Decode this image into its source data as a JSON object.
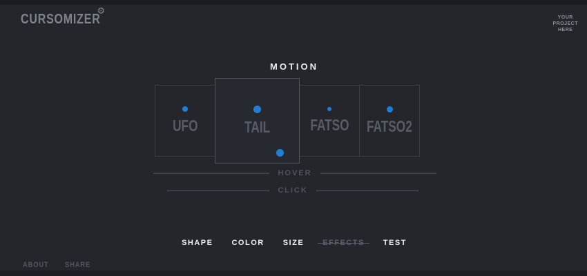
{
  "theme": {
    "background": "#24262b",
    "band": "#1b1d22",
    "accent_blue": "#1f7fd6",
    "card_border": "#3a3f46",
    "card_border_active": "#4d545e",
    "card_bg_active": "#26292f",
    "label_gray": "#575d66",
    "muted_gray": "#4f555e",
    "logo_gray": "#7d848e",
    "menu_white": "#eef0f2"
  },
  "header": {
    "logo": "CURSOMIZER",
    "logo_icon": {
      "name": "gear-icon",
      "glyph": "⚙"
    },
    "promo": {
      "line1": "YOUR",
      "line2": "PROJECT",
      "line3": "HERE"
    }
  },
  "motion": {
    "title": "MOTION",
    "cards": [
      {
        "label": "UFO",
        "active": false,
        "dot": "blue-dot"
      },
      {
        "label": "TAIL",
        "active": true,
        "dot": "blue-dot"
      },
      {
        "label": "FATSO",
        "active": false,
        "dot": "blue-dot"
      },
      {
        "label": "FATSO2",
        "active": false,
        "dot": "blue-dot"
      }
    ]
  },
  "sliders": {
    "hover": {
      "label": "HOVER"
    },
    "click": {
      "label": "CLICK"
    }
  },
  "menu": {
    "shape": "SHAPE",
    "color": "COLOR",
    "size": "SIZE",
    "effects": "EFFECTS",
    "effects_disabled": true,
    "test": "TEST"
  },
  "footer": {
    "about": "ABOUT",
    "share": "SHARE"
  }
}
